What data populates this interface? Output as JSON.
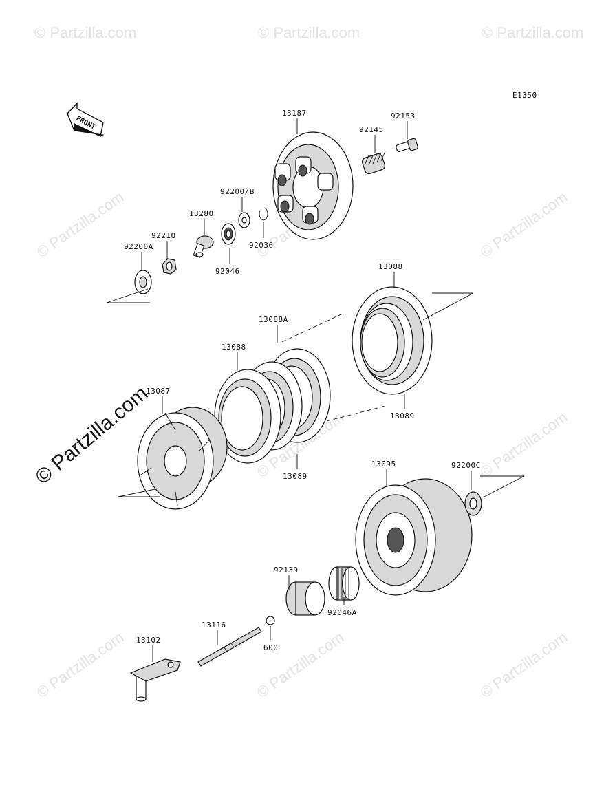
{
  "diagram": {
    "code": "E1350",
    "front_label": "FRONT",
    "watermark_text": "© Partzilla.com",
    "parts": {
      "p13187": "13187",
      "p92153": "92153",
      "p92145": "92145",
      "p92200B": "92200/B",
      "p13280": "13280",
      "p92210": "92210",
      "p92200A": "92200A",
      "p92036": "92036",
      "p92046": "92046",
      "p13088_right": "13088",
      "p13088A": "13088A",
      "p13088_left": "13088",
      "p13089_right": "13089",
      "p13089_left": "13089",
      "p13087": "13087",
      "p13095": "13095",
      "p92200C": "92200C",
      "p92139": "92139",
      "p92046A": "92046A",
      "p600": "600",
      "p13116": "13116",
      "p13102": "13102"
    }
  }
}
